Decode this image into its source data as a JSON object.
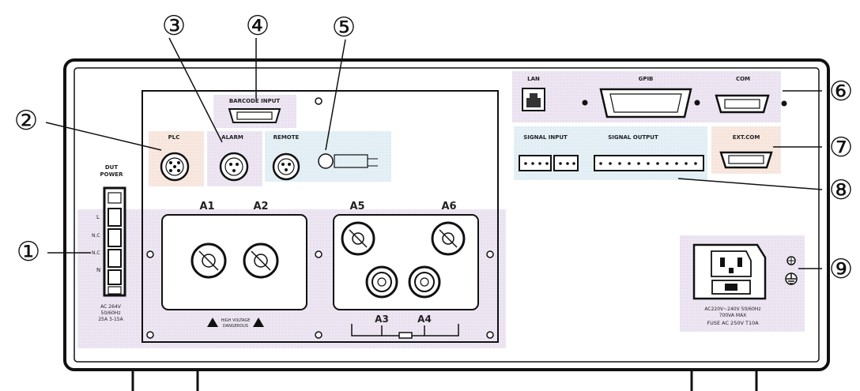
{
  "callouts": [
    "①",
    "②",
    "③",
    "④",
    "⑤",
    "⑥",
    "⑦",
    "⑧",
    "⑨"
  ],
  "labels": {
    "plc": "PLC",
    "alarm": "ALARM",
    "remote": "REMOTE",
    "barcode": "BARCODE INPUT",
    "lan": "LAN",
    "gpib": "GPIB",
    "com": "COM",
    "ext_com": "EXT.COM",
    "signal_input": "SIGNAL INPUT",
    "signal_output": "SIGNAL OUTPUT",
    "dut_power_1": "DUT",
    "dut_power_2": "POWER",
    "a1": "A1",
    "a2": "A2",
    "a3": "A3",
    "a4": "A4",
    "a5": "A5",
    "a6": "A6",
    "terminal_l": "L",
    "terminal_nc1": "N.C",
    "terminal_nc2": "N.C",
    "terminal_n": "N",
    "dut_rating_1": "AC 264V",
    "dut_rating_2": "50/60Hz",
    "dut_rating_3": "25A 3-15A",
    "power_rating_1": "AC220V~240V 50/60Hz",
    "power_rating_2": "700VA MAX",
    "fuse_rating": "FUSE AC 250V T10A",
    "warning_1": "HIGH VOLTAGE",
    "warning_2": "DANGEROUS"
  }
}
